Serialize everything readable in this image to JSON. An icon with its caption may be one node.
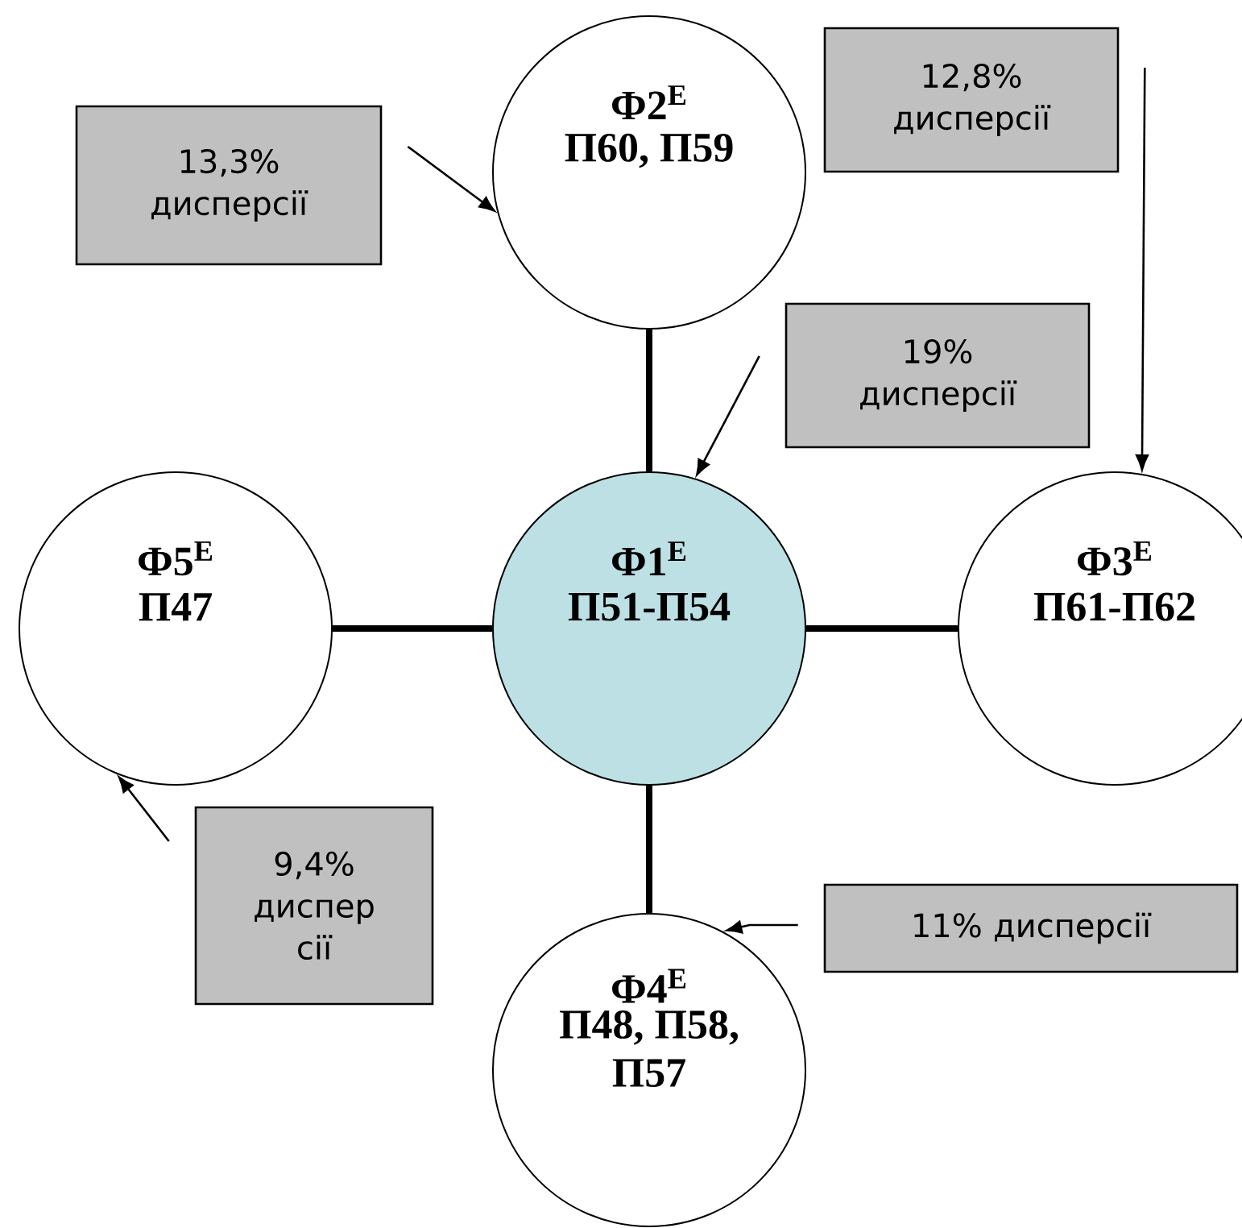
{
  "diagram": {
    "nodes": [
      {
        "text": [
          "13,3% дисперсії"
        ]
      },
      {
        "text": [
          "Ф2$^{E}$",
          "П60, П59"
        ]
      },
      {
        "text": [
          "12,8% дисперсії"
        ]
      },
      {
        "text": [
          "19% дисперсії"
        ]
      },
      {
        "text": [
          "Ф5$^{E}$",
          "П47"
        ]
      },
      {
        "text": [
          "Ф1$^{E}$",
          "П51-П54"
        ]
      },
      {
        "text": [
          "Ф3$^{E}$",
          "П61-П62"
        ]
      },
      {
        "text": [
          "9,4% диспер сії"
        ]
      },
      {
        "text": [
          "11% дисперсії"
        ]
      },
      {
        "text": [
          "Ф4$^{E}$",
          "П48, П58, П57"
        ]
      }
    ],
    "edges": [
      {
        "from": 1,
        "to": 5,
        "arrow": "none",
        "style": "thick"
      },
      {
        "from": 4,
        "to": 5,
        "arrow": "none",
        "style": "thick"
      },
      {
        "from": 5,
        "to": 6,
        "arrow": "none",
        "style": "thick"
      },
      {
        "from": 5,
        "to": 9,
        "arrow": "none",
        "style": "thick"
      },
      {
        "from": 0,
        "to": 1,
        "arrow": "to"
      },
      {
        "from": 2,
        "to": 6,
        "arrow": "to"
      },
      {
        "from": 3,
        "to": 5,
        "arrow": "to"
      },
      {
        "from": 7,
        "to": 4,
        "arrow": "to"
      },
      {
        "from": 8,
        "to": 9,
        "arrow": "to"
      }
    ]
  }
}
